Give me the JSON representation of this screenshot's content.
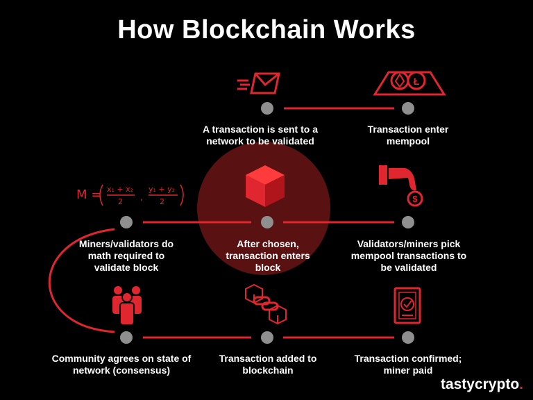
{
  "title": "How Blockchain Works",
  "steps": [
    {
      "label": "A transaction is sent to a network to be validated",
      "icon": "envelope-icon"
    },
    {
      "label": "Transaction enter mempool",
      "icon": "coins-icon"
    },
    {
      "label": "Validators/miners pick mempool transactions to be validated",
      "icon": "hand-coin-icon"
    },
    {
      "label": "After chosen, transaction enters block",
      "icon": "cube-icon"
    },
    {
      "label": "Miners/validators do math required to validate block",
      "icon": "math-formula-icon"
    },
    {
      "label": "Community agrees on state of network (consensus)",
      "icon": "people-icon"
    },
    {
      "label": "Transaction added to blockchain",
      "icon": "chain-icon"
    },
    {
      "label": "Transaction confirmed; miner paid",
      "icon": "certificate-icon"
    }
  ],
  "formula": {
    "lhs": "M =",
    "x1": "x₁ + x₂",
    "xden": "2",
    "y1": "y₁ + y₂",
    "yden": "2"
  },
  "brand": {
    "name": "tastycrypto",
    "dot": "."
  },
  "colors": {
    "accent": "#e0262f",
    "background": "#000000",
    "dot": "#8f8f8f",
    "highlight": "#6a1414"
  }
}
